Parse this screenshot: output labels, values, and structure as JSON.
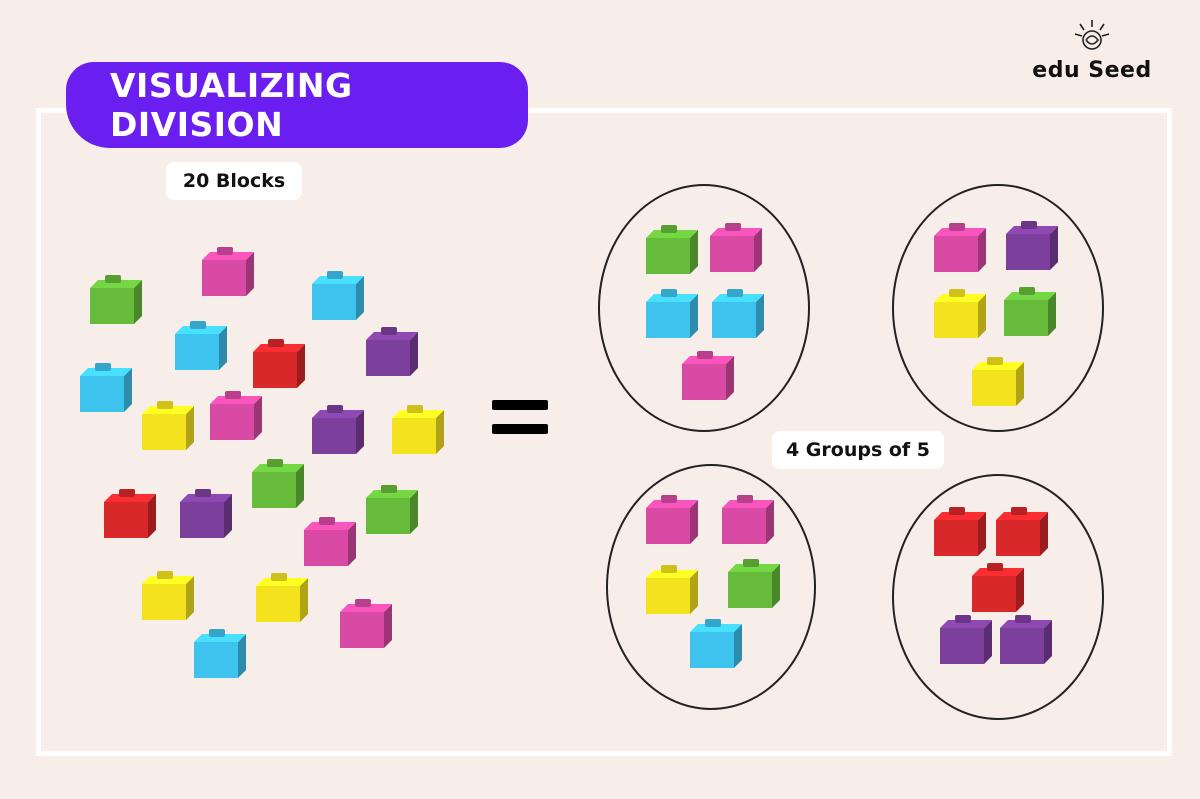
{
  "title": "VISUALIZING DIVISION",
  "blocks_label": "20 Blocks",
  "groups_label": "4 Groups of 5",
  "logo": {
    "text": "edu Seed",
    "icon": "seed-sun-icon"
  },
  "colors": {
    "banner": "#6a1ff0",
    "background": "#f7ede9",
    "green": "#66bb3a",
    "pink": "#d94aa4",
    "blue": "#3ec3ee",
    "red": "#d9282a",
    "purple": "#7d3f9c",
    "yellow": "#f4e21e"
  },
  "blocks": [
    {
      "color": "green"
    },
    {
      "color": "pink"
    },
    {
      "color": "blue"
    },
    {
      "color": "blue"
    },
    {
      "color": "red"
    },
    {
      "color": "purple"
    },
    {
      "color": "blue"
    },
    {
      "color": "yellow"
    },
    {
      "color": "pink"
    },
    {
      "color": "purple"
    },
    {
      "color": "yellow"
    },
    {
      "color": "green"
    },
    {
      "color": "red"
    },
    {
      "color": "purple"
    },
    {
      "color": "green"
    },
    {
      "color": "pink"
    },
    {
      "color": "yellow"
    },
    {
      "color": "yellow"
    },
    {
      "color": "pink"
    },
    {
      "color": "blue"
    }
  ],
  "groups": [
    {
      "blocks": [
        "green",
        "pink",
        "blue",
        "blue",
        "pink"
      ]
    },
    {
      "blocks": [
        "pink",
        "purple",
        "yellow",
        "green",
        "yellow"
      ]
    },
    {
      "blocks": [
        "pink",
        "pink",
        "yellow",
        "green",
        "blue"
      ]
    },
    {
      "blocks": [
        "red",
        "red",
        "red",
        "purple",
        "purple"
      ]
    }
  ]
}
